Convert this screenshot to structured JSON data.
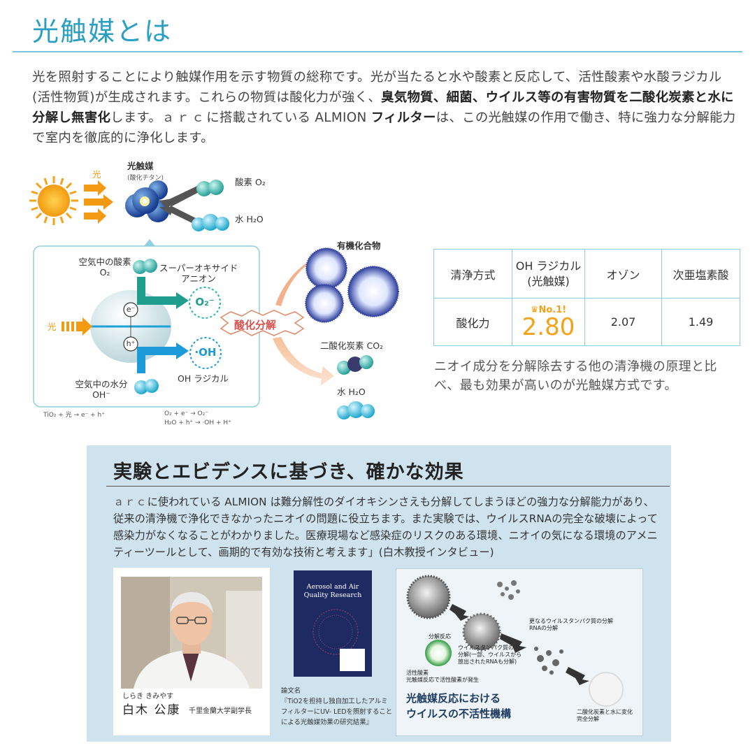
{
  "header": {
    "title": "光触媒とは"
  },
  "intro": {
    "part1": "光を照射することにより触媒作用を示す物質の総称です。光が当たると水や酸素と反応して、活性酸素や水酸ラジカル(活性物質)が生成されます。これらの物質は酸化力が強く、",
    "bold1": "臭気物質、細菌、ウイルス等の有害物質を二酸化炭素と水に分解し無害化",
    "part2": "します。",
    "brand": "ａｒｃ",
    "part3": "に搭載されている ALMION ",
    "bold2": "フィルター",
    "part4": "は、この光触媒の作用で働き、特に強力な分解能力で室内を徹底的に浄化します。"
  },
  "diagram": {
    "light": "光",
    "catalyst": "光触媒",
    "catalyst_sub": "(酸化チタン)",
    "oxygen": "酸素 O₂",
    "water_top": "水 H₂O",
    "air_oxygen": "空気中の酸素",
    "air_oxygen_f": "O₂",
    "superoxide": "スーパーオキサイド",
    "superoxide2": "アニオン",
    "o2_ion": "O₂⁻",
    "electron": "e⁻",
    "hole": "h⁺",
    "light_in": "光",
    "oh": "·OH",
    "oh_label": "OH ラジカル",
    "air_water": "空気中の水分",
    "air_water_f": "OH⁻",
    "reaction": "酸化分解",
    "organic": "有機化合物",
    "co2": "二酸化炭素 CO₂",
    "water_out": "水 H₂O",
    "eq1": "TiO₂ + 光 → e⁻ + h⁺",
    "eq2": "O₂ + e⁻ → O₂⁻",
    "eq3": "H₂O + h⁺ → ·OH + H⁺"
  },
  "comparison": {
    "headers": [
      "清浄方式",
      "OH ラジカル",
      "(光触媒)",
      "オゾン",
      "次亜塩素酸"
    ],
    "row_label": "酸化力",
    "rank": "No.1!",
    "values": [
      "2.80",
      "2.07",
      "1.49"
    ],
    "note": "ニオイ成分を分解除去する他の清浄機の原理と比べ、最も効果が高いのが光触媒方式です。"
  },
  "evidence": {
    "title": "実験とエビデンスに基づき、確かな効果",
    "brand": "ａｒｃ",
    "text": "に使われている ALMION は難分解性のダイオキシンさえも分解してしまうほどの強力な分解能力があり、従来の清浄機で浄化できなかったニオイの問題に役立ちます。また実験では、ウイルスRNAの完全な破壊によって感染力がなくなることがわかりました。医療現場など感染症のリスクのある環境、ニオイの気になる環境のアメニティーツールとして、画期的で有効な技術と考えます」(白木教授インタビュー)",
    "prof_kana": "しらき きみやす",
    "prof_name": "白木 公康",
    "prof_title": "千里金蘭大学副学長",
    "journal_title": "Aerosol and Air Quality Research",
    "paper_label": "論文名",
    "paper_title": "『TiO2を担持し独自加工したアルミフィルターにUV- LEDを照射することによる光触媒効果の研究結果』",
    "virus": {
      "l1": "分解反応",
      "l2": "ウイルスタンパク質の",
      "l3": "分解(一部、ウイルスから",
      "l4": "放出されたRNAも分解)",
      "l5": "更なるウイルスタンパク質の分解",
      "l6": "RNAの分解",
      "l7": "活性酸素",
      "l8": "光触媒反応で活性酸素が発生",
      "l9": "二酸化炭素と水に変化",
      "l10": "完全分解",
      "title1": "光触媒反応における",
      "title2": "ウイルスの不活性機構"
    }
  }
}
